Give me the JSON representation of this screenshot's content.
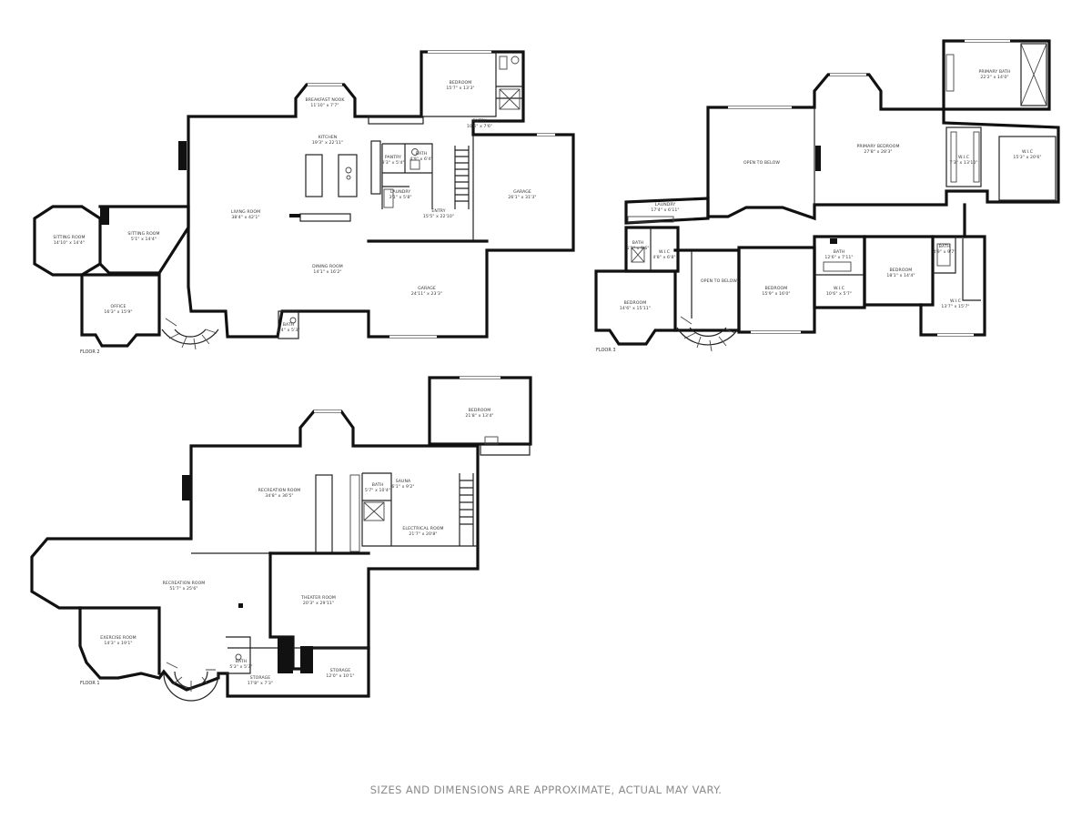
{
  "floors": [
    {
      "id": "floor2",
      "label": "FLOOR 2",
      "rooms": [
        {
          "key": "bedroom_top",
          "name": "BEDROOM",
          "dims": "15'7\" x 13'3\""
        },
        {
          "key": "breakfast",
          "name": "BREAKFAST NOOK",
          "dims": "11'10\" x 7'7\""
        },
        {
          "key": "entry_top",
          "name": "ENTRY",
          "dims": "10'6\" x 7'6\""
        },
        {
          "key": "kitchen",
          "name": "KITCHEN",
          "dims": "19'3\" x 22'11\""
        },
        {
          "key": "pantry",
          "name": "PANTRY",
          "dims": "3'3\" x 5'4\""
        },
        {
          "key": "bath_k",
          "name": "BATH",
          "dims": "4'9\" x 6'4\""
        },
        {
          "key": "laundry",
          "name": "LAUNDRY",
          "dims": "3'1\" x 5'8\""
        },
        {
          "key": "garage_right",
          "name": "GARAGE",
          "dims": "26'1\" x 31'3\""
        },
        {
          "key": "living",
          "name": "LIVING ROOM",
          "dims": "38'4\" x 42'1\""
        },
        {
          "key": "entry_mid",
          "name": "ENTRY",
          "dims": "15'5\" x 22'10\""
        },
        {
          "key": "sitting_oct",
          "name": "SITTING ROOM",
          "dims": "14'10\" x 14'4\""
        },
        {
          "key": "sitting",
          "name": "SITTING ROOM",
          "dims": "5'1\" x 14'4\""
        },
        {
          "key": "dining",
          "name": "DINING ROOM",
          "dims": "14'1\" x 16'2\""
        },
        {
          "key": "garage_bottom",
          "name": "GARAGE",
          "dims": "24'11\" x 23'3\""
        },
        {
          "key": "office",
          "name": "OFFICE",
          "dims": "16'3\" x 15'9\""
        },
        {
          "key": "bath_small",
          "name": "BATH",
          "dims": "5'4\" x 5'3\""
        }
      ]
    },
    {
      "id": "floor3",
      "label": "FLOOR 3",
      "rooms": [
        {
          "key": "primary_bath",
          "name": "PRIMARY BATH",
          "dims": "22'2\" x 14'0\""
        },
        {
          "key": "open_below_1",
          "name": "OPEN TO BELOW",
          "dims": ""
        },
        {
          "key": "primary_bed",
          "name": "PRIMARY BEDROOM",
          "dims": "27'8\" x 28'3\""
        },
        {
          "key": "wic_a",
          "name": "W.I.C",
          "dims": "7'3\" x 13'10\""
        },
        {
          "key": "wic_b",
          "name": "W.I.C",
          "dims": "15'3\" x 20'6\""
        },
        {
          "key": "laundry3",
          "name": "LAUNDRY",
          "dims": "17'4\" x 6'11\""
        },
        {
          "key": "bath3_a",
          "name": "BATH",
          "dims": "5'1\" x 9'6\""
        },
        {
          "key": "wic3_a",
          "name": "W.I.C",
          "dims": "4'8\" x 6'8\""
        },
        {
          "key": "bedroom3_a",
          "name": "BEDROOM",
          "dims": "14'6\" x 15'11\""
        },
        {
          "key": "open_below_2",
          "name": "OPEN TO BELOW",
          "dims": ""
        },
        {
          "key": "bedroom3_b",
          "name": "BEDROOM",
          "dims": "15'9\" x 16'0\""
        },
        {
          "key": "bath3_b",
          "name": "BATH",
          "dims": "12'6\" x 7'11\""
        },
        {
          "key": "wic3_b",
          "name": "W.I.C",
          "dims": "10'6\" x 5'7\""
        },
        {
          "key": "bedroom3_c",
          "name": "BEDROOM",
          "dims": "18'1\" x 14'4\""
        },
        {
          "key": "bath3_c",
          "name": "BATH",
          "dims": "4'9\" x 9'7\""
        },
        {
          "key": "wic3_c",
          "name": "W.I.C",
          "dims": "13'7\" x 15'7\""
        }
      ]
    },
    {
      "id": "floor1",
      "label": "FLOOR 1",
      "rooms": [
        {
          "key": "bedroom1",
          "name": "BEDROOM",
          "dims": "21'8\" x 13'4\""
        },
        {
          "key": "rec_top",
          "name": "RECREATION ROOM",
          "dims": "34'8\" x 36'5\""
        },
        {
          "key": "bath1",
          "name": "BATH",
          "dims": "5'7\" x 10'4\""
        },
        {
          "key": "sauna",
          "name": "SAUNA",
          "dims": "6'1\" x 9'2\""
        },
        {
          "key": "electrical",
          "name": "ELECTRICAL ROOM",
          "dims": "21'7\" x 20'8\""
        },
        {
          "key": "rec_main",
          "name": "RECREATION ROOM",
          "dims": "51'7\" x 25'6\""
        },
        {
          "key": "theater",
          "name": "THEATER ROOM",
          "dims": "20'3\" x 29'11\""
        },
        {
          "key": "exercise",
          "name": "EXERCISE ROOM",
          "dims": "14'3\" x 19'1\""
        },
        {
          "key": "bath1_small",
          "name": "BATH",
          "dims": "5'3\" x 5'3\""
        },
        {
          "key": "storage_a",
          "name": "STORAGE",
          "dims": "17'8\" x 7'3\""
        },
        {
          "key": "storage_b",
          "name": "STORAGE",
          "dims": "12'0\" x 10'1\""
        }
      ]
    }
  ],
  "disclaimer": "SIZES AND DIMENSIONS ARE APPROXIMATE, ACTUAL MAY VARY.",
  "colors": {
    "wall": "#111111",
    "text": "#333333",
    "disclaimer": "#8a8a8a",
    "background": "#ffffff"
  }
}
